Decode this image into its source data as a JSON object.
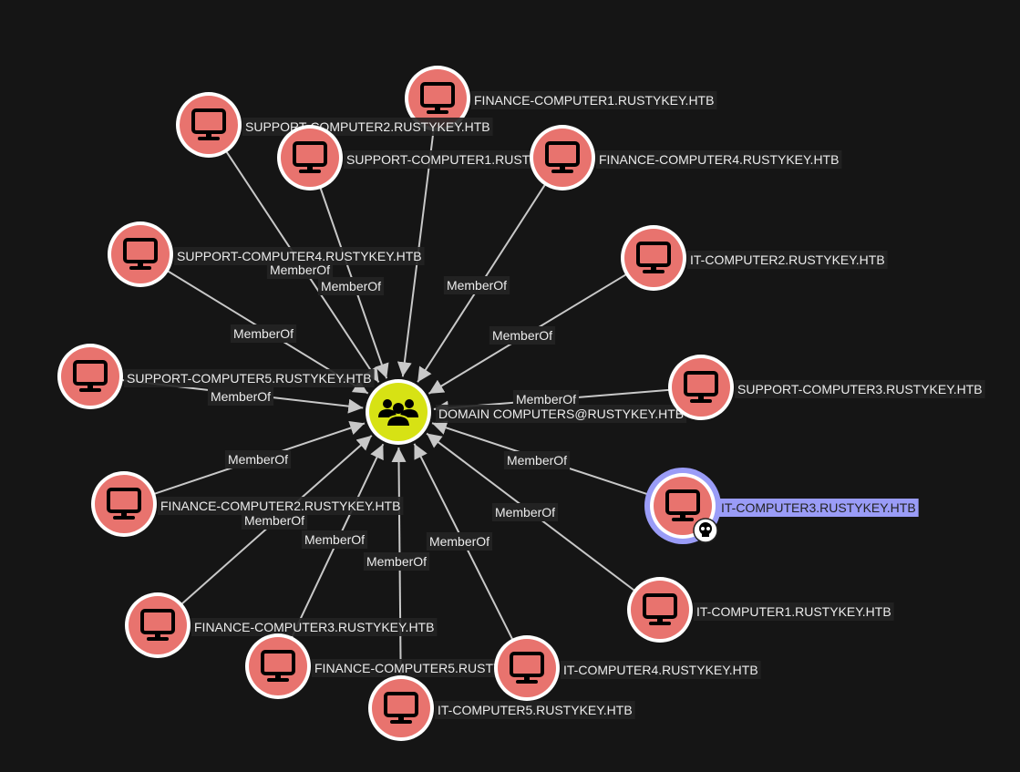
{
  "colors": {
    "background": "#151515",
    "computer_node": "#e8736e",
    "group_node": "#d7e214",
    "selected_ring": "#9a9cf7",
    "edge": "#c8c8c8",
    "label_bg": "#222222",
    "label_text": "#ececec"
  },
  "center_node": {
    "label": "DOMAIN COMPUTERS@RUSTYKEY.HTB",
    "icon": "group-icon",
    "type": "Group"
  },
  "edge_label": "MemberOf",
  "nodes": [
    {
      "label": "FINANCE-COMPUTER1.RUSTYKEY.HTB",
      "icon": "computer-icon"
    },
    {
      "label": "SUPPORT-COMPUTER2.RUSTYKEY.HTB",
      "icon": "computer-icon"
    },
    {
      "label": "SUPPORT-COMPUTER1.RUSTYKEY.HTB",
      "icon": "computer-icon"
    },
    {
      "label": "FINANCE-COMPUTER4.RUSTYKEY.HTB",
      "icon": "computer-icon"
    },
    {
      "label": "SUPPORT-COMPUTER4.RUSTYKEY.HTB",
      "icon": "computer-icon"
    },
    {
      "label": "IT-COMPUTER2.RUSTYKEY.HTB",
      "icon": "computer-icon"
    },
    {
      "label": "SUPPORT-COMPUTER5.RUSTYKEY.HTB",
      "icon": "computer-icon"
    },
    {
      "label": "SUPPORT-COMPUTER3.RUSTYKEY.HTB",
      "icon": "computer-icon"
    },
    {
      "label": "IT-COMPUTER3.RUSTYKEY.HTB",
      "icon": "computer-icon",
      "selected": true,
      "badge": "skull-icon"
    },
    {
      "label": "FINANCE-COMPUTER2.RUSTYKEY.HTB",
      "icon": "computer-icon"
    },
    {
      "label": "IT-COMPUTER1.RUSTYKEY.HTB",
      "icon": "computer-icon"
    },
    {
      "label": "FINANCE-COMPUTER3.RUSTYKEY.HTB",
      "icon": "computer-icon"
    },
    {
      "label": "FINANCE-COMPUTER5.RUSTYKEY.HTB",
      "icon": "computer-icon"
    },
    {
      "label": "IT-COMPUTER4.RUSTYKEY.HTB",
      "icon": "computer-icon"
    },
    {
      "label": "IT-COMPUTER5.RUSTYKEY.HTB",
      "icon": "computer-icon"
    }
  ]
}
